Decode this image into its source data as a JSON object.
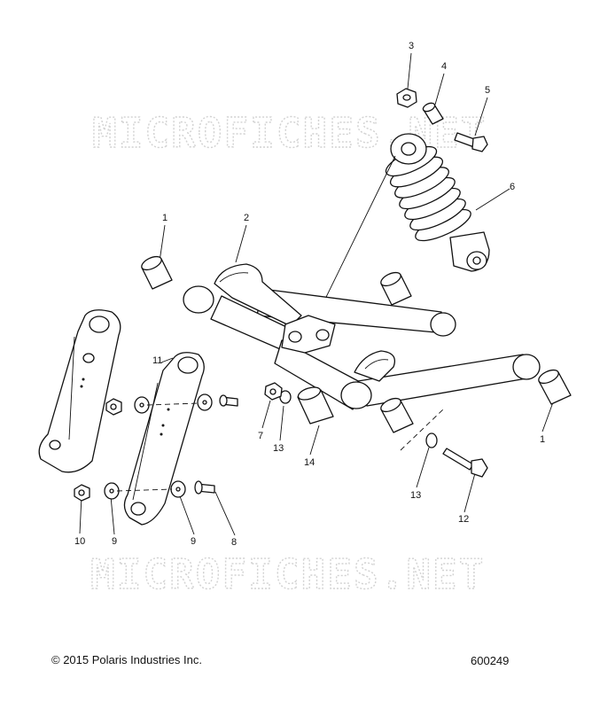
{
  "watermarks": [
    "MICROFICHES.NET",
    "MICROFICHES.NET"
  ],
  "callouts": [
    {
      "id": "c3a",
      "label": "3"
    },
    {
      "id": "c4",
      "label": "4"
    },
    {
      "id": "c5",
      "label": "5"
    },
    {
      "id": "c6",
      "label": "6"
    },
    {
      "id": "c1a",
      "label": "1"
    },
    {
      "id": "c2",
      "label": "2"
    },
    {
      "id": "c11",
      "label": "11"
    },
    {
      "id": "c7",
      "label": "7"
    },
    {
      "id": "c13a",
      "label": "13"
    },
    {
      "id": "c14",
      "label": "14"
    },
    {
      "id": "c1b",
      "label": "1"
    },
    {
      "id": "c13b",
      "label": "13"
    },
    {
      "id": "c12",
      "label": "12"
    },
    {
      "id": "c10",
      "label": "10"
    },
    {
      "id": "c9a",
      "label": "9"
    },
    {
      "id": "c9b",
      "label": "9"
    },
    {
      "id": "c8",
      "label": "8"
    }
  ],
  "footer": {
    "copyright": "© 2015 Polaris Industries Inc.",
    "drawing_number": "600249"
  }
}
